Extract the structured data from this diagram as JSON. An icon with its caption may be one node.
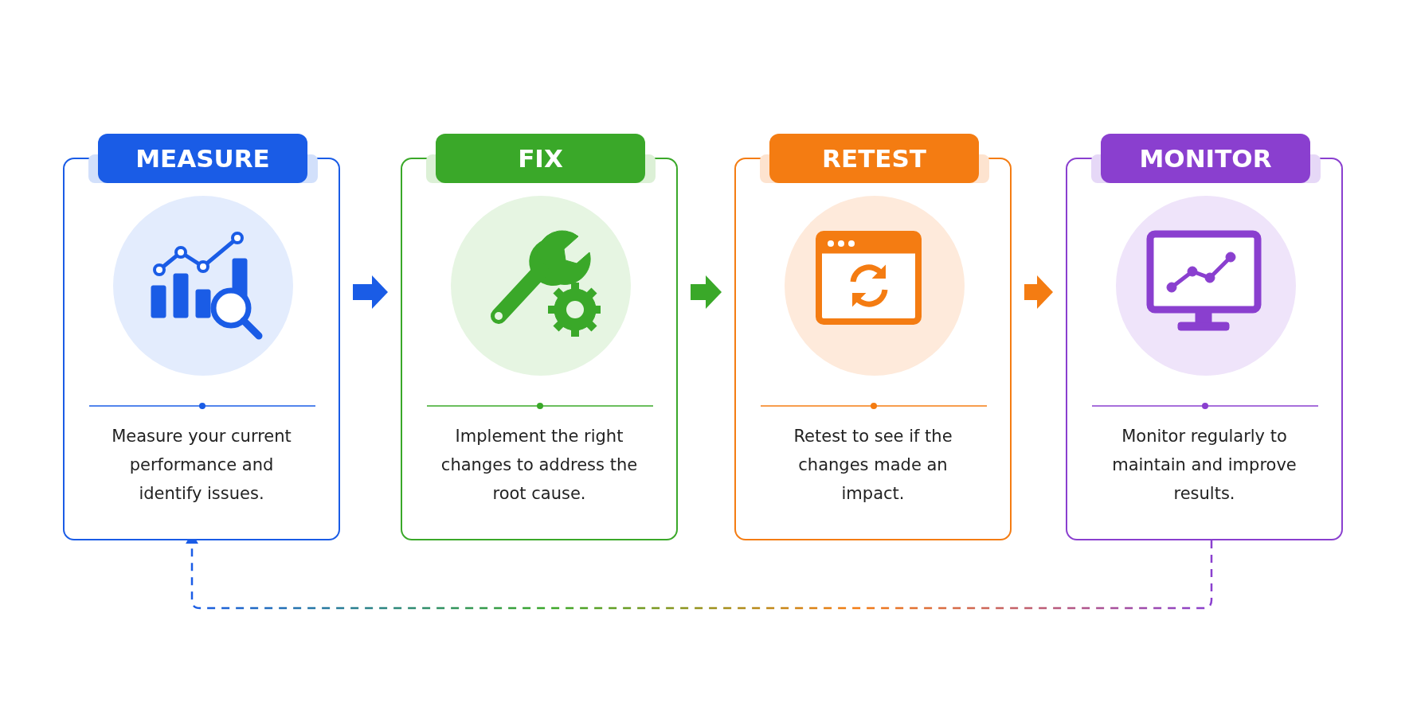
{
  "diagram": {
    "nodes": [
      {
        "text": [
          "MEASURE",
          "Measure your current performance and identify issues."
        ]
      },
      {
        "text": [
          "FIX",
          "Implement the right changes to address the root cause."
        ]
      },
      {
        "text": [
          "RETEST",
          "Retest to see if the changes made an impact."
        ]
      },
      {
        "text": [
          "MONITOR",
          "Monitor regularly to maintain and improve results."
        ]
      }
    ],
    "edges": [
      {
        "from": 0,
        "to": 1,
        "arrow": "to",
        "color": "#1a5ce6"
      },
      {
        "from": 1,
        "to": 2,
        "arrow": "to",
        "color": "#3aa829"
      },
      {
        "from": 2,
        "to": 3,
        "arrow": "to",
        "color": "#f47c12"
      },
      {
        "from": 3,
        "to": 0,
        "arrow": "to",
        "style": "dashed"
      }
    ]
  }
}
